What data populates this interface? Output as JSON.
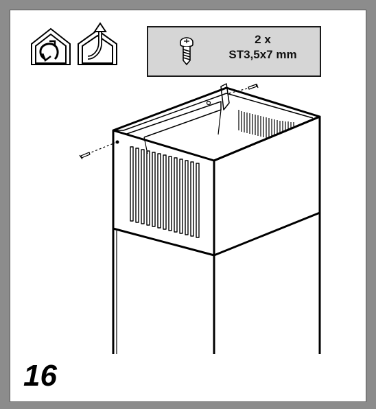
{
  "hardware": {
    "quantity": "2 x",
    "spec": "ST3,5x7 mm",
    "icon": "screw-icon"
  },
  "step": {
    "number": "16"
  },
  "mode_icons": [
    "recirculation-mode-icon",
    "ducted-extraction-mode-icon"
  ],
  "colors": {
    "frame": "#8c8c8c",
    "hardware_box": "#d6d6d6",
    "line": "#000000"
  }
}
